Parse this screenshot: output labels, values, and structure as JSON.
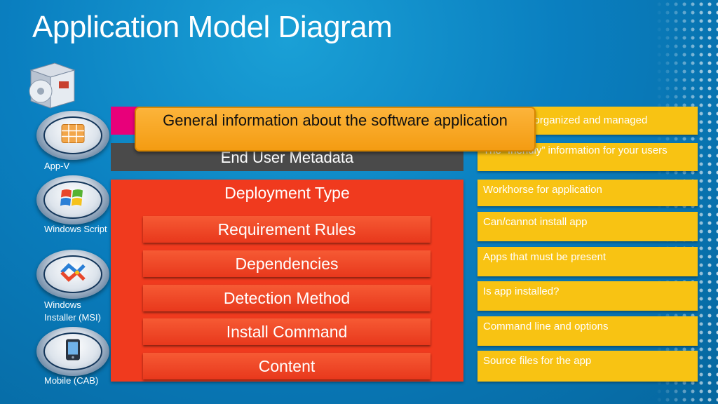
{
  "title": "Application Model Diagram",
  "callout": "General information about the software application",
  "left": {
    "end_user_metadata": "End User Metadata",
    "deployment_type": "Deployment Type",
    "sub_items": [
      "Requirement Rules",
      "Dependencies",
      "Detection Method",
      "Install Command",
      "Content"
    ]
  },
  "right": [
    "Gets apps organized and managed",
    "The “friendly” information for your users",
    "Workhorse for application",
    "Can/cannot install app",
    "Apps that must be present",
    "Is app installed?",
    "Command line and options",
    "Source files for the app"
  ],
  "technologies": [
    "App-V",
    "Windows Script",
    "Windows Installer (MSI)",
    "Mobile (CAB)"
  ],
  "colors": {
    "background": "#0a7fc0",
    "pink_bar": "#e8007a",
    "metadata_bar": "#4a4a4a",
    "deployment": "#f03a1e",
    "callout": "#f7a823",
    "right_boxes": "#f8c313"
  }
}
